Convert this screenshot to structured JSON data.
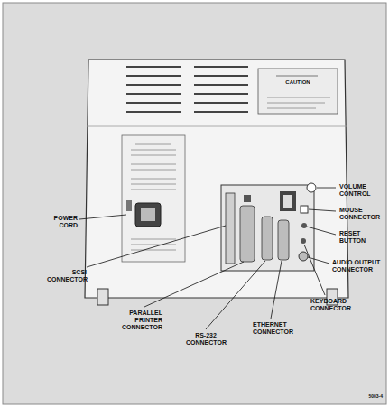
{
  "diagram": {
    "labels": [
      "VOLUME CONTROL",
      "MOUSE CONNECTOR",
      "RESET BUTTON",
      "AUDIO OUTPUT CONNECTOR",
      "KEYBOARD CONNECTOR",
      "ETHERNET CONNECTOR",
      "RS-232 CONNECTOR",
      "PARALLEL PRINTER CONNECTOR",
      "SCSI CONNECTOR",
      "POWER CORD",
      "CAUTION",
      "5003-4"
    ]
  }
}
